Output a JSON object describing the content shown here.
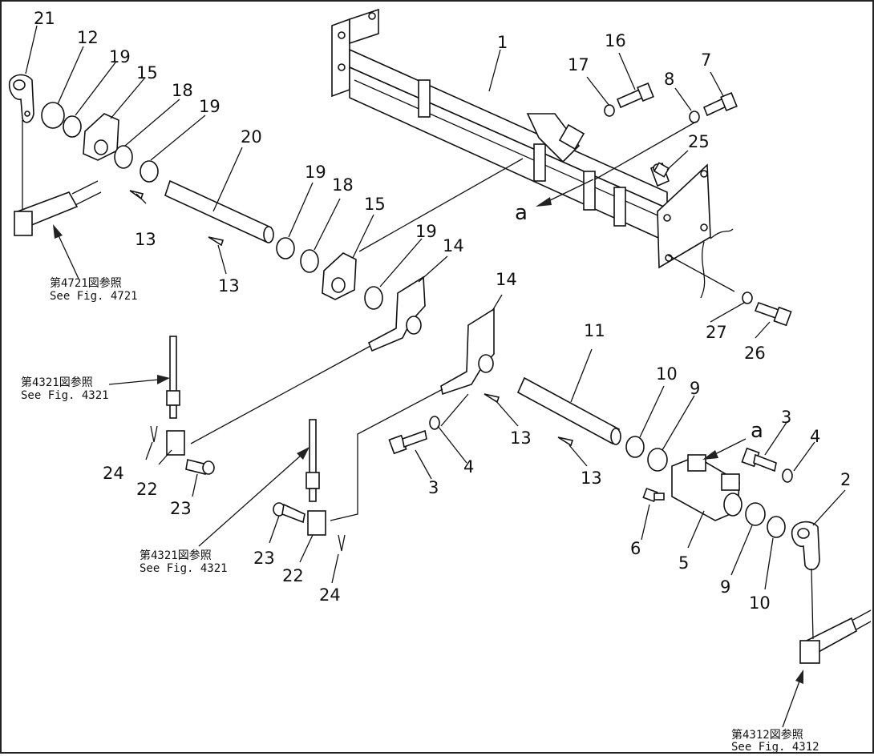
{
  "callouts": [
    {
      "id": "c1",
      "text": "1"
    },
    {
      "id": "c2",
      "text": "2"
    },
    {
      "id": "c3a",
      "text": "3"
    },
    {
      "id": "c3b",
      "text": "3"
    },
    {
      "id": "c4a",
      "text": "4"
    },
    {
      "id": "c4b",
      "text": "4"
    },
    {
      "id": "c5",
      "text": "5"
    },
    {
      "id": "c6",
      "text": "6"
    },
    {
      "id": "c7",
      "text": "7"
    },
    {
      "id": "c8",
      "text": "8"
    },
    {
      "id": "c9a",
      "text": "9"
    },
    {
      "id": "c9b",
      "text": "9"
    },
    {
      "id": "c10a",
      "text": "10"
    },
    {
      "id": "c10b",
      "text": "10"
    },
    {
      "id": "c11",
      "text": "11"
    },
    {
      "id": "c12",
      "text": "12"
    },
    {
      "id": "c13a",
      "text": "13"
    },
    {
      "id": "c13b",
      "text": "13"
    },
    {
      "id": "c13c",
      "text": "13"
    },
    {
      "id": "c13d",
      "text": "13"
    },
    {
      "id": "c14a",
      "text": "14"
    },
    {
      "id": "c14b",
      "text": "14"
    },
    {
      "id": "c15a",
      "text": "15"
    },
    {
      "id": "c15b",
      "text": "15"
    },
    {
      "id": "c16",
      "text": "16"
    },
    {
      "id": "c17",
      "text": "17"
    },
    {
      "id": "c18a",
      "text": "18"
    },
    {
      "id": "c18b",
      "text": "18"
    },
    {
      "id": "c19a",
      "text": "19"
    },
    {
      "id": "c19b",
      "text": "19"
    },
    {
      "id": "c19c",
      "text": "19"
    },
    {
      "id": "c19d",
      "text": "19"
    },
    {
      "id": "c20",
      "text": "20"
    },
    {
      "id": "c21",
      "text": "21"
    },
    {
      "id": "c22a",
      "text": "22"
    },
    {
      "id": "c22b",
      "text": "22"
    },
    {
      "id": "c23a",
      "text": "23"
    },
    {
      "id": "c23b",
      "text": "23"
    },
    {
      "id": "c24a",
      "text": "24"
    },
    {
      "id": "c24b",
      "text": "24"
    },
    {
      "id": "c25",
      "text": "25"
    },
    {
      "id": "c26",
      "text": "26"
    },
    {
      "id": "c27",
      "text": "27"
    },
    {
      "id": "ca1",
      "text": "a"
    },
    {
      "id": "ca2",
      "text": "a"
    }
  ],
  "references": [
    {
      "id": "r4721",
      "jp": "第4721図参照",
      "en": "See  Fig. 4721"
    },
    {
      "id": "r4321a",
      "jp": "第4321図参照",
      "en": "See  Fig. 4321"
    },
    {
      "id": "r4321b",
      "jp": "第4321図参照",
      "en": "See  Fig. 4321"
    },
    {
      "id": "r4312",
      "jp": "第4312図参照",
      "en": "See  Fig. 4312"
    }
  ]
}
